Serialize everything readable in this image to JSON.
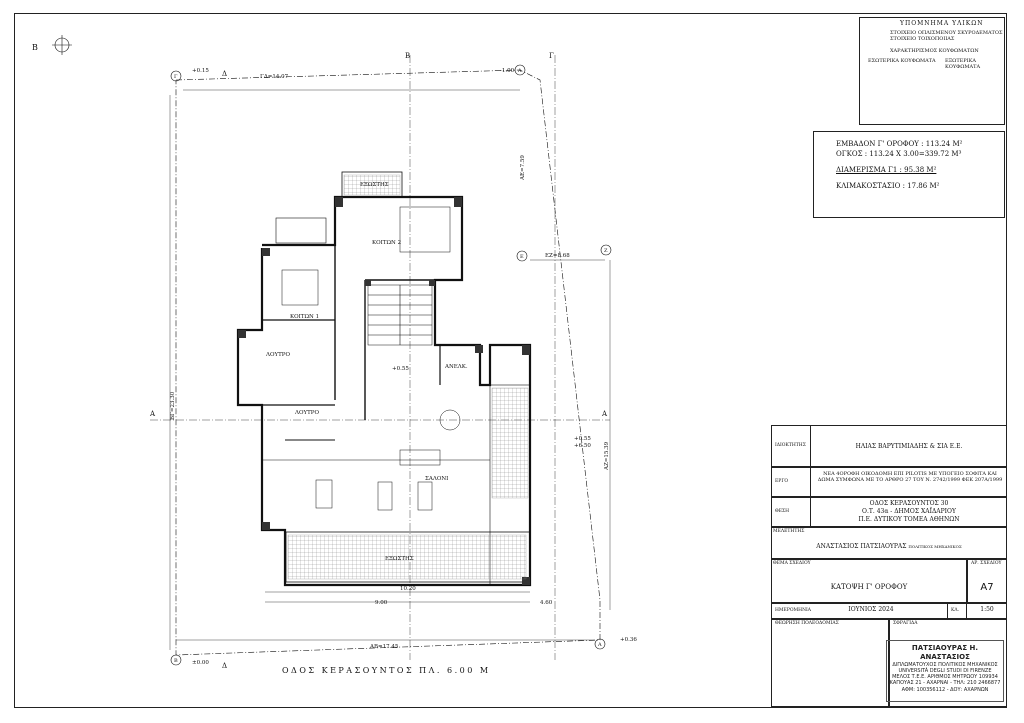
{
  "legend": {
    "title": "ΥΠΟΜΝΗΜΑ ΥΛΙΚΩΝ",
    "item1": "ΣΤΟΙΧΕΙΟ ΟΠΛΙΣΜΕΝΟΥ ΣΚΥΡΟΔΕΜΑΤΟΣ",
    "item2": "ΣΤΟΙΧΕΙΟ ΤΟΙΧΟΠΟΙΙΑΣ",
    "item3": "ΧΑΡΑΚΤΗΡΙΣΜΟΣ ΚΟΥΦΩΜΑΤΩΝ",
    "inner": "ΕΣΩΤΕΡΙΚΑ ΚΟΥΦΩΜΑΤΑ",
    "outer": "ΕΞΩΤΕΡΙΚΑ ΚΟΥΦΩΜΑΤΑ"
  },
  "areas": {
    "line1": "ΕΜΒΑΔΟΝ Γ' ΟΡΟΦΟΥ : 113.24 M²",
    "line2": "ΟΓΚΟΣ : 113.24 Χ 3.00=339.72 M³",
    "line3": "ΔΙΑΜΕΡΙΣΜΑ Γ1 : 95.38 M²",
    "line4": "ΚΛΙΜΑΚΟΣΤΑΣΙΟ : 17.86 M²"
  },
  "title_block": {
    "owner_label": "ΙΔΙΟΚΤΗΤΗΣ",
    "owner": "ΗΛΙΑΣ ΒΑΡΥΤΙΜΙΑΔΗΣ & ΣΙΑ Ε.Ε.",
    "project_label": "ΕΡΓΟ",
    "project": "ΝΕΑ 4ΟΡΟΦΗ ΟΙΚΟΔΟΜΗ ΕΠΙ PILOTIS ΜΕ ΥΠΟΓΕΙΟ ΣΟΦΙΤΑ ΚΑΙ ΔΩΜΑ ΣΥΜΦΩΝΑ ΜΕ ΤΟ ΑΡΘΡΟ 27 ΤΟΥ Ν. 2742/1999 ΦΕΚ 207Α/1999",
    "location_label": "ΘΕΣΗ",
    "location1": "ΟΔΟΣ ΚΕΡΑΣΟΥΝΤΟΣ 30",
    "location2": "Ο.Τ. 43α - ΔΗΜΟΣ ΧΑΪΔΑΡΙΟΥ",
    "location3": "Π.Ε. ΔΥΤΙΚΟΥ ΤΟΜΕΑ ΑΘΗΝΩΝ",
    "designer_label": "ΜΕΛΕΤΗΤΗΣ",
    "designer": "ΑΝΑΣΤΑΣΙΟΣ ΠΑΤΣΙΑΟΥΡΑΣ",
    "designer_role": "ΠΟΛΙΤΙΚΟΣ ΜΗΧΑΝΙΚΟΣ",
    "drawing_label": "ΘΕΜΑ ΣΧΕΔΙΟΥ",
    "drawing": "ΚΑΤΟΨΗ Γ' ΟΡΟΦΟΥ",
    "number_label": "ΑΡ. ΣΧΕΔΙΟΥ",
    "number": "Α7",
    "date_label": "ΗΜΕΡΟΜΗΝΙΑ",
    "date": "ΙΟΥΝΙΟΣ 2024",
    "scale_label": "ΚΛ.",
    "scale": "1:50",
    "approval_label": "ΘΕΩΡΗΣΗ ΠΟΛΕΟΔΟΜΙΑΣ",
    "seal_label": "ΣΦΡΑΓΙΔΑ"
  },
  "stamp": {
    "name": "ΠΑΤΣΙΑΟΥΡΑΣ Η. ΑΝΑΣΤΑΣΙΟΣ",
    "l1": "ΔΙΠΛΩΜΑΤΟΥΧΟΣ ΠΟΛΙΤΙΚΟΣ ΜΗΧΑΝΙΚΟΣ",
    "l2": "UNIVERSITÀ DEGLI STUDI DI FIRENZE",
    "l3": "ΜΕΛΟΣ Τ.Ε.Ε. ΑΡΙΘΜΟΣ ΜΗΤΡΩΟΥ 109934",
    "l4": "ΚΑΠΟΥΑΣ 21 - ΑΧΑΡΝΑΙ - ΤΗΛ: 210 2466877",
    "l5": "ΑΦΜ: 100356112 - ΔΟΥ: ΑΧΑΡΝΩΝ"
  },
  "road": "ΟΔΟΣ ΚΕΡΑΣΟΥΝΤΟΣ ΠΛ. 6.00 Μ",
  "plan_labels": {
    "room1": "ΚΟΙΤΩΝ 2",
    "room2": "ΚΟΙΤΩΝ 1",
    "room3": "ΛΟΥΤΡΟ",
    "room4": "ΛΟΥΤΡΟ",
    "room5": "ΣΑΛΟΝΙ",
    "room6": "ΑΝΕΛΚ.",
    "balcony1": "ΕΞΩΣΤΗΣ",
    "balcony2": "ΕΞΩΣΤΗΣ",
    "dim_top": "ΓΔ=14.07",
    "dim_bottom": "ΑΒ=17.45",
    "dim_ez": "ΕΖ=8.68",
    "dim_left": "ΒΓ=23.30",
    "dim_right": "ΑΖ=15.39",
    "dim_ae": "ΑΕ=7.59",
    "dim_w1": "10.20",
    "dim_w2": "9.00",
    "dim_w3": "4.60",
    "lev1": "+0.15",
    "lev2": "-1.00",
    "lev3": "+0.55",
    "lev4": "+6.50",
    "lev5": "+0.36",
    "lev6": "±0.00",
    "pt_a": "Α",
    "pt_b": "Β",
    "pt_g": "Γ",
    "pt_d": "Δ",
    "pt_e": "Ε",
    "pt_z": "Ζ",
    "north": "Β"
  }
}
